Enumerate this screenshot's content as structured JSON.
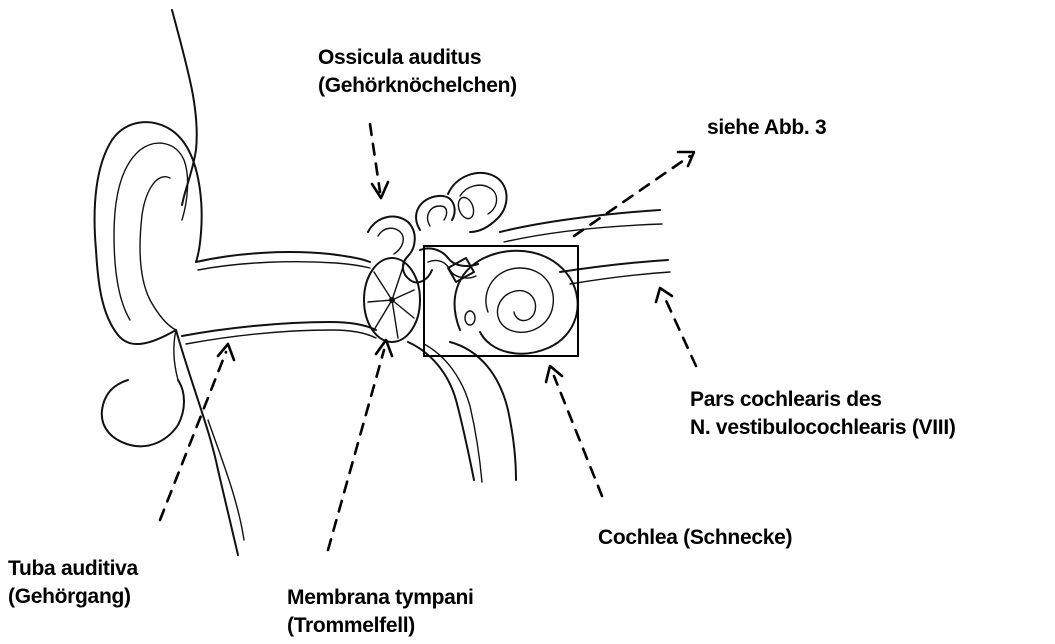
{
  "labels": {
    "ossicula": {
      "line1": "Ossicula auditus",
      "line2": "(Gehörknöchelchen)"
    },
    "siehe": "siehe Abb. 3",
    "pars": {
      "line1": "Pars cochlearis des",
      "line2": "N. vestibulocochlearis (VIII)"
    },
    "cochlea": "Cochlea (Schnecke)",
    "tuba": {
      "line1": "Tuba auditiva",
      "line2": "(Gehörgang)"
    },
    "membrana": {
      "line1": "Membrana tympani",
      "line2": "(Trommelfell)"
    }
  },
  "colors": {
    "ink": "#111111",
    "background": "#ffffff"
  }
}
